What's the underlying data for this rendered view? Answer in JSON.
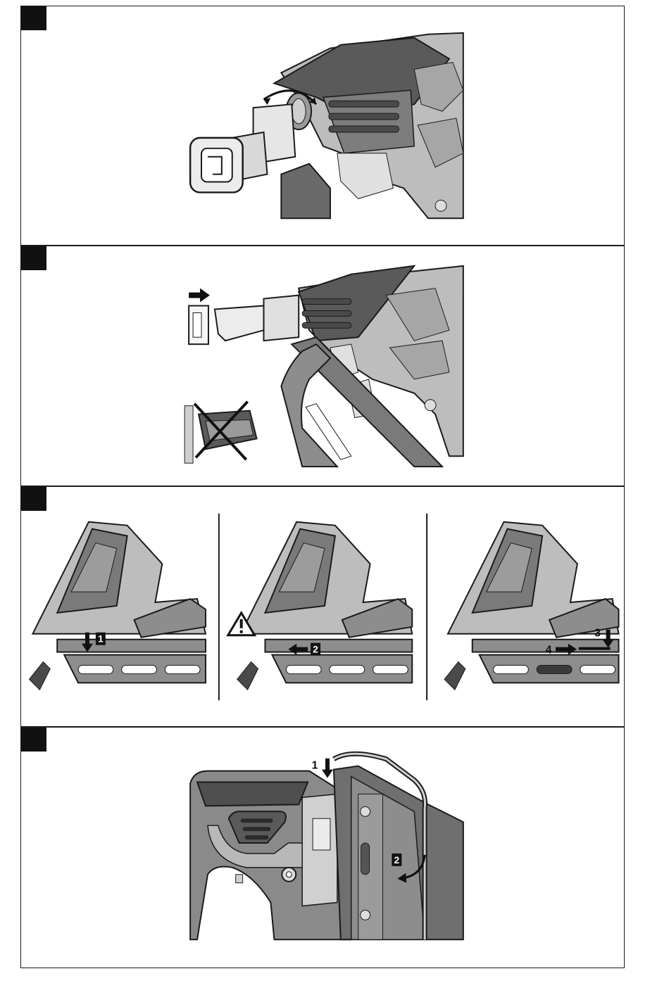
{
  "figure": {
    "panels": [
      {
        "id": "step-1"
      },
      {
        "id": "step-2"
      },
      {
        "id": "step-3",
        "callouts": [
          "1",
          "2",
          "3",
          "4"
        ]
      },
      {
        "id": "step-4",
        "callouts": [
          "1",
          "2"
        ]
      }
    ]
  },
  "colors": {
    "line": "#1a1a1a",
    "tool_dark": "#5a5a5a",
    "tool_mid": "#8a8a8a",
    "tool_light": "#c8c8c8",
    "marker": "#111111"
  },
  "icons": [
    "rotate-arrow-icon",
    "push-arrow-icon",
    "crossed-out-icon",
    "warning-triangle-icon",
    "down-arrow-icon",
    "left-arrow-icon",
    "right-arrow-icon",
    "curved-arrow-icon"
  ]
}
